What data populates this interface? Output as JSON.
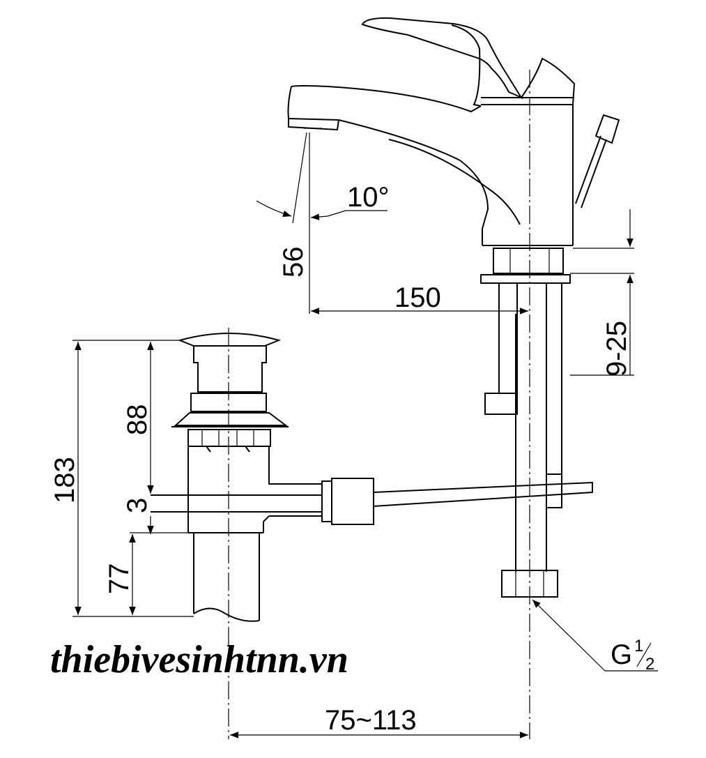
{
  "watermark": "thiebivesinhtnn.vn",
  "dimensions": {
    "spout_angle": "10°",
    "spout_reach": "150",
    "aerator_height": "56",
    "deck_thickness": "9-25",
    "drain_total": "183",
    "drain_top": "88",
    "drain_gap": "3",
    "drain_bottom": "77",
    "drain_offset": "75~113",
    "thread_main": "G",
    "thread_num": "1",
    "thread_den": "2"
  },
  "colors": {
    "line": "#000000",
    "background": "#ffffff"
  }
}
